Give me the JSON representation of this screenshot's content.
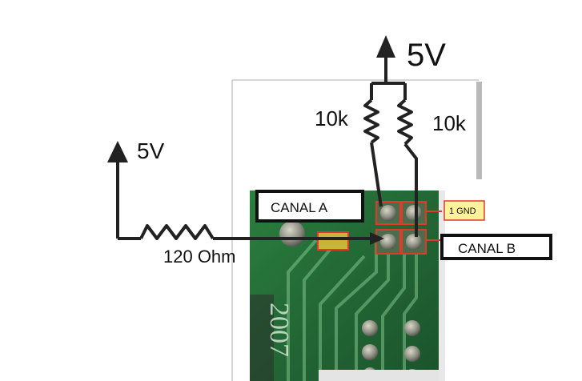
{
  "labels": {
    "vcc_top": "5V",
    "vcc_left": "5V",
    "r_left_value": "10k",
    "r_right_value": "10k",
    "r_series_value": "120 Ohm",
    "canal_a": "CANAL A",
    "canal_b": "CANAL B",
    "gnd_tag": "1 GND",
    "pcb_marking": "2007"
  },
  "colors": {
    "wire": "#222222",
    "pad_outline": "#e03a2a",
    "gnd_tag_fill": "#fbf29a",
    "pcb_green": "#2c7a3c",
    "label_box_border": "#111111"
  }
}
